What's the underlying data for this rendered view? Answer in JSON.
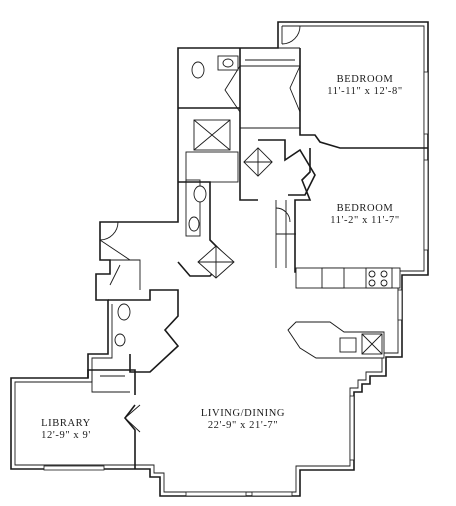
{
  "rooms": [
    {
      "id": "bedroom-1",
      "name": "BEDROOM",
      "dims": "11'-11\" x 12'-8\""
    },
    {
      "id": "bedroom-2",
      "name": "BEDROOM",
      "dims": "11'-2\" x 11'-7\""
    },
    {
      "id": "living-dining",
      "name": "LIVING/DINING",
      "dims": "22'-9\" x 21'-7\""
    },
    {
      "id": "library",
      "name": "LIBRARY",
      "dims": "12'-9\" x 9'"
    }
  ],
  "colors": {
    "line": "#1a1a1a",
    "background": "#ffffff"
  }
}
